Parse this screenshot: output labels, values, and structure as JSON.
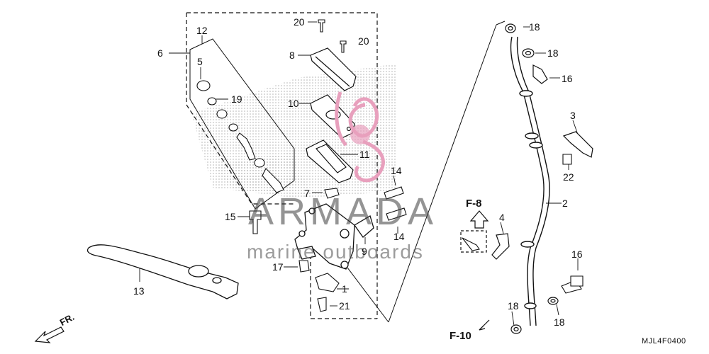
{
  "callouts": {
    "c1": "1",
    "c2": "2",
    "c3": "3",
    "c4": "4",
    "c5": "5",
    "c6": "6",
    "c7": "7",
    "c8": "8",
    "c9": "9",
    "c10": "10",
    "c11": "11",
    "c12": "12",
    "c13": "13",
    "c14a": "14",
    "c14b": "14",
    "c15": "15",
    "c16a": "16",
    "c16b": "16",
    "c17": "17",
    "c18a": "18",
    "c18b": "18",
    "c18c": "18",
    "c18d": "18",
    "c19": "19",
    "c20a": "20",
    "c20b": "20",
    "c21": "21",
    "c22": "22"
  },
  "references": {
    "f8": "F-8",
    "f10": "F-10",
    "fr": "FR."
  },
  "diagram_code": "MJL4F0400",
  "watermark": {
    "main": "ARMADA",
    "sub": "marine outboards"
  },
  "colors": {
    "line": "#111111",
    "dots": "#9a9a9a",
    "watermark_pink": "#e8a0bd"
  }
}
